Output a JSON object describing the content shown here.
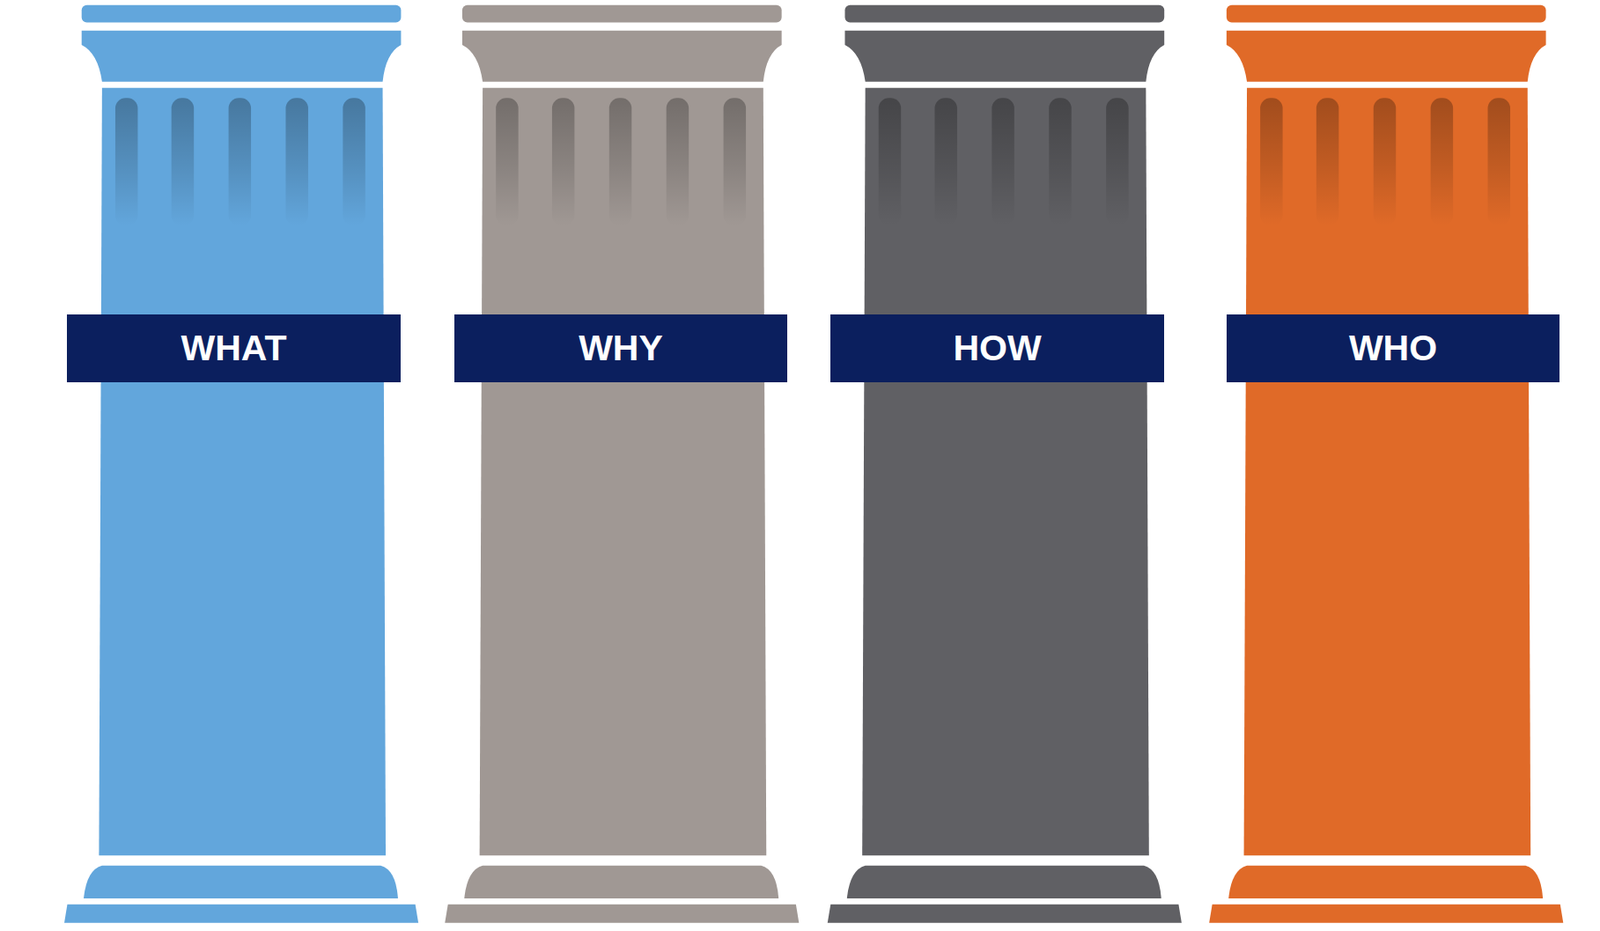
{
  "diagram": {
    "nodes": [
      {
        "text": [
          "WHAT"
        ]
      },
      {
        "text": [
          "WHY"
        ]
      },
      {
        "text": [
          "HOW"
        ]
      },
      {
        "text": [
          "WHO"
        ]
      }
    ]
  }
}
